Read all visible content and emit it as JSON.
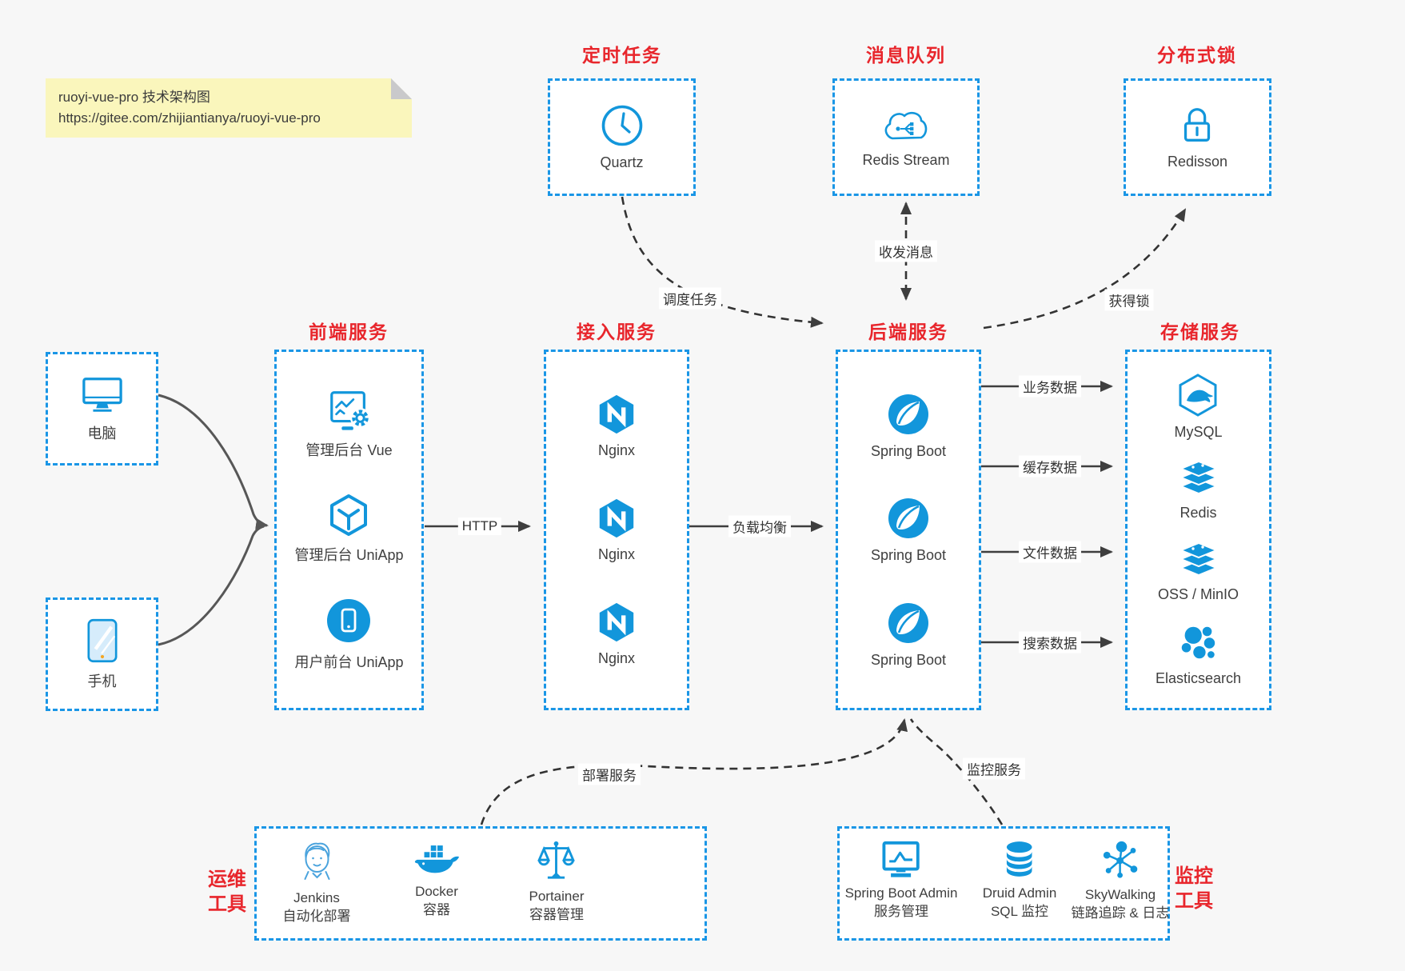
{
  "colors": {
    "accent_blue": "#1296db",
    "border_blue": "#1a96e6",
    "title_red": "#e8262c",
    "note_bg": "#faf6bc",
    "canvas_bg": "#f7f7f7",
    "box_bg": "#ffffff",
    "arrow_dark": "#3e3e3e",
    "arrow_gray": "#575757",
    "label_text": "#3f3f3f"
  },
  "note": {
    "line1": "ruoyi-vue-pro 技术架构图",
    "line2": "https://gitee.com/zhijiantianya/ruoyi-vue-pro"
  },
  "top": {
    "scheduler": {
      "title": "定时任务",
      "item": "Quartz"
    },
    "mq": {
      "title": "消息队列",
      "item": "Redis Stream"
    },
    "lock": {
      "title": "分布式锁",
      "item": "Redisson"
    }
  },
  "clients": {
    "computer": "电脑",
    "phone": "手机"
  },
  "columns": {
    "frontend": {
      "title": "前端服务",
      "items": [
        "管理后台 Vue",
        "管理后台 UniApp",
        "用户前台 UniApp"
      ]
    },
    "gateway": {
      "title": "接入服务",
      "items": [
        "Nginx",
        "Nginx",
        "Nginx"
      ]
    },
    "backend": {
      "title": "后端服务",
      "items": [
        "Spring Boot",
        "Spring Boot",
        "Spring Boot"
      ]
    },
    "storage": {
      "title": "存储服务",
      "items": [
        "MySQL",
        "Redis",
        "OSS / MinIO",
        "Elasticsearch"
      ]
    }
  },
  "bottom": {
    "ops": {
      "label_line1": "运维",
      "label_line2": "工具",
      "items": [
        {
          "name": "Jenkins",
          "desc": "自动化部署"
        },
        {
          "name": "Docker",
          "desc": "容器"
        },
        {
          "name": "Portainer",
          "desc": "容器管理"
        }
      ]
    },
    "monitoring": {
      "label_line1": "监控",
      "label_line2": "工具",
      "items": [
        {
          "name": "Spring Boot Admin",
          "desc": "服务管理"
        },
        {
          "name": "Druid Admin",
          "desc": "SQL 监控"
        },
        {
          "name": "SkyWalking",
          "desc": "链路追踪 & 日志"
        }
      ]
    }
  },
  "edges": {
    "http": "HTTP",
    "load_balance": "负载均衡",
    "business": "业务数据",
    "cache": "缓存数据",
    "file": "文件数据",
    "search": "搜索数据",
    "schedule": "调度任务",
    "message": "收发消息",
    "acquire_lock": "获得锁",
    "deploy": "部署服务",
    "monitor": "监控服务"
  },
  "icons": {
    "scheduler": "clock-icon",
    "mq": "cloud-stream-icon",
    "lock": "padlock-icon",
    "computer": "monitor-icon",
    "phone": "smartphone-icon",
    "frontend": [
      "admin-screen-gear-icon",
      "cube-icon",
      "circle-phone-icon"
    ],
    "gateway": "nginx-hexagon-icon",
    "backend": "spring-leaf-icon",
    "storage": [
      "mysql-dolphin-icon",
      "redis-stack-icon",
      "oss-stack-icon",
      "elasticsearch-cluster-icon"
    ],
    "ops": [
      "jenkins-butler-icon",
      "docker-whale-icon",
      "portainer-scales-icon"
    ],
    "monitoring": [
      "monitor-chart-icon",
      "database-cylinder-icon",
      "network-nodes-icon"
    ]
  }
}
